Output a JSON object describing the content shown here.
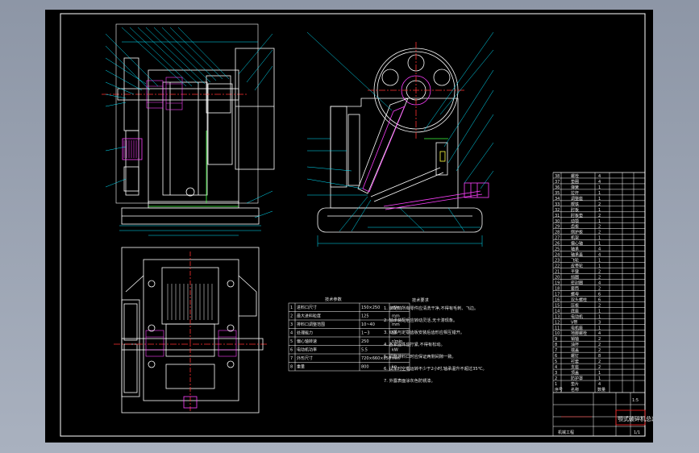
{
  "window": {
    "background_top": "#8d96a6",
    "background_bottom": "#a9b1bf"
  },
  "sheet": {
    "background": "#000000",
    "frame_color": "#ffffff"
  },
  "colors": {
    "outline": "#ffffff",
    "dimension": "#00e5ff",
    "center_line": "#ff3030",
    "hatch": "#ff40ff",
    "hidden": "#ffff40",
    "green": "#40ff40",
    "title_red": "#ff2020"
  },
  "views": [
    {
      "name": "front-view"
    },
    {
      "name": "side-section-view"
    },
    {
      "name": "top-view"
    }
  ],
  "spec_table": {
    "title": "技术参数",
    "rows": [
      {
        "no": "1",
        "item": "进料口尺寸",
        "value": "150×250",
        "unit": "mm"
      },
      {
        "no": "2",
        "item": "最大进料粒度",
        "value": "125",
        "unit": "mm"
      },
      {
        "no": "3",
        "item": "排料口调整范围",
        "value": "10~40",
        "unit": "mm"
      },
      {
        "no": "4",
        "item": "处理能力",
        "value": "1~3",
        "unit": "t/h"
      },
      {
        "no": "5",
        "item": "偏心轴转速",
        "value": "250",
        "unit": "r/min"
      },
      {
        "no": "6",
        "item": "电动机功率",
        "value": "5.5",
        "unit": "kW"
      },
      {
        "no": "7",
        "item": "外形尺寸",
        "value": "720×660×850",
        "unit": "mm"
      },
      {
        "no": "8",
        "item": "重量",
        "value": "800",
        "unit": "kg"
      }
    ]
  },
  "notes": {
    "title": "技术要求",
    "lines": [
      "1. 装配前所有零件应清洗干净,不得有毛刺、飞边。",
      "2. 轴承装配后应转动灵活,无卡滞现象。",
      "3. 动颚与定颚齿板安装后齿形应相互错开。",
      "4. 各紧固件应拧紧,不得有松动。",
      "5. 调整排料口时应保证两侧间隙一致。",
      "6. 试车时空载运转不少于2小时,轴承温升不超过35℃。",
      "7. 外露表面涂灰色防锈漆。"
    ]
  },
  "parts_list": {
    "rows": [
      {
        "no": "38",
        "name": "螺栓",
        "qty": "4"
      },
      {
        "no": "37",
        "name": "垫圈",
        "qty": "4"
      },
      {
        "no": "36",
        "name": "弹簧",
        "qty": "1"
      },
      {
        "no": "35",
        "name": "拉杆",
        "qty": "1"
      },
      {
        "no": "34",
        "name": "调整座",
        "qty": "1"
      },
      {
        "no": "33",
        "name": "楔铁",
        "qty": "2"
      },
      {
        "no": "32",
        "name": "肘板",
        "qty": "1"
      },
      {
        "no": "31",
        "name": "肘板垫",
        "qty": "2"
      },
      {
        "no": "30",
        "name": "动颚",
        "qty": "1"
      },
      {
        "no": "29",
        "name": "齿板",
        "qty": "2"
      },
      {
        "no": "28",
        "name": "侧护板",
        "qty": "2"
      },
      {
        "no": "27",
        "name": "机架",
        "qty": "1"
      },
      {
        "no": "26",
        "name": "偏心轴",
        "qty": "1"
      },
      {
        "no": "25",
        "name": "轴承",
        "qty": "4"
      },
      {
        "no": "24",
        "name": "轴承盖",
        "qty": "4"
      },
      {
        "no": "23",
        "name": "飞轮",
        "qty": "1"
      },
      {
        "no": "22",
        "name": "皮带轮",
        "qty": "1"
      },
      {
        "no": "21",
        "name": "平键",
        "qty": "2"
      },
      {
        "no": "20",
        "name": "挡圈",
        "qty": "2"
      },
      {
        "no": "19",
        "name": "密封圈",
        "qty": "4"
      },
      {
        "no": "18",
        "name": "套筒",
        "qty": "2"
      },
      {
        "no": "17",
        "name": "螺母",
        "qty": "6"
      },
      {
        "no": "16",
        "name": "双头螺柱",
        "qty": "6"
      },
      {
        "no": "15",
        "name": "压板",
        "qty": "2"
      },
      {
        "no": "14",
        "name": "底座",
        "qty": "1"
      },
      {
        "no": "13",
        "name": "电动机",
        "qty": "1"
      },
      {
        "no": "12",
        "name": "V带",
        "qty": "3"
      },
      {
        "no": "11",
        "name": "电机座",
        "qty": "1"
      },
      {
        "no": "10",
        "name": "地脚螺栓",
        "qty": "4"
      },
      {
        "no": "9",
        "name": "销轴",
        "qty": "2"
      },
      {
        "no": "8",
        "name": "油杯",
        "qty": "2"
      },
      {
        "no": "7",
        "name": "端盖",
        "qty": "2"
      },
      {
        "no": "6",
        "name": "螺钉",
        "qty": "8"
      },
      {
        "no": "5",
        "name": "衬套",
        "qty": "2"
      },
      {
        "no": "4",
        "name": "支座",
        "qty": "2"
      },
      {
        "no": "3",
        "name": "顶盖",
        "qty": "1"
      },
      {
        "no": "2",
        "name": "防护罩",
        "qty": "1"
      },
      {
        "no": "1",
        "name": "垫片",
        "qty": "4"
      }
    ],
    "header": {
      "no": "序号",
      "name": "名称",
      "qty": "数量"
    }
  },
  "title_block": {
    "drawing_title": "颚式破碎机总装图",
    "school": "机械工程",
    "scale": "1:5",
    "sheet": "1/1"
  }
}
